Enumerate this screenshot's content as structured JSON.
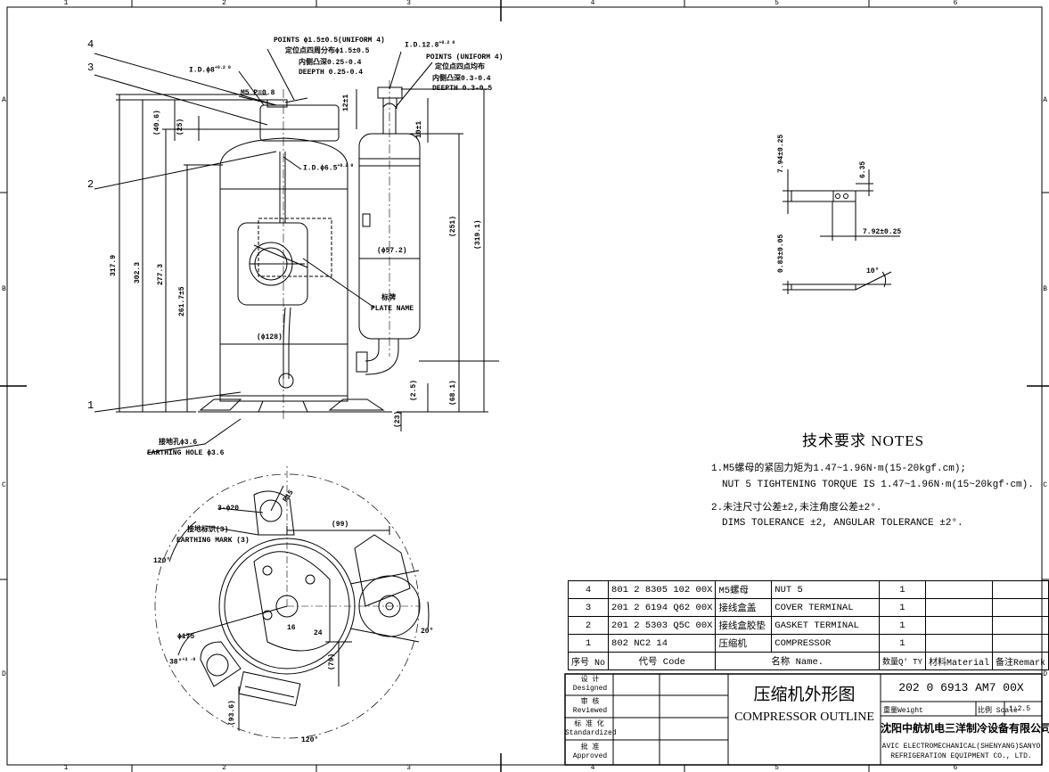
{
  "frame": {
    "columns": [
      "1",
      "2",
      "3",
      "4",
      "5",
      "6"
    ],
    "rows": [
      "A",
      "B",
      "C",
      "D"
    ]
  },
  "elevation": {
    "balloons": [
      "4",
      "3",
      "2",
      "1"
    ],
    "points_note": [
      "POINTS ϕ1.5±0.5(UNIFORM 4)",
      "定位点四周分布ϕ1.5±0.5",
      "内侧凸深0.25-0.4",
      "DEEPTH 0.25-0.4"
    ],
    "id_left": "I.D.ϕ8",
    "id_left_tol": "+0.2 0",
    "m5": "M5 P=0.8",
    "id_top": "I.D.12.8",
    "id_top_tol": "+0.2 0",
    "points_right": [
      "POINTS (UNIFORM 4)",
      "定位点四点均布",
      "内侧凸深0.3-0.4",
      "DEEPTH 0.3-0.5"
    ],
    "dim_12": "12±1",
    "dim_10": "10±1",
    "dim_40_6": "(40.6)",
    "dim_25": "(25)",
    "id_mid": "I.D.ϕ6.5",
    "id_mid_tol": "+0.2 0",
    "dim_317_9": "317.9",
    "dim_302_3": "302.3",
    "dim_277_3": "277.3",
    "dim_261_7": "261.7±5",
    "dim_251": "(251)",
    "dim_319_1": "(319.1)",
    "dim_57_2": "(ϕ57.2)",
    "dim_128": "(ϕ128)",
    "plate_cn": "标牌",
    "plate_en": "PLATE NAME",
    "dim_2_5": "(2.5)",
    "dim_68_1": "(68.1)",
    "dim_23": "(23)",
    "earth_cn": "接地孔ϕ3.6",
    "earth_en": "EARTHING HOLE ϕ3.6"
  },
  "plan": {
    "r15": "R15",
    "holes": "3-ϕ20",
    "earth_mark_cn": "接地标识(3)",
    "earth_mark_en": "EARTHING MARK (3)",
    "dim_99": "(99)",
    "ang_120a": "120°",
    "ang_120b": "120°",
    "ang_20": "20°",
    "ang_38": "38°",
    "ang_38_tol": "+3 -0",
    "dim_175": "ϕ175",
    "dim_16": "16",
    "dim_24": "24",
    "dim_79": "(79)",
    "dim_93_6": "(93.6)"
  },
  "detail": {
    "d_7_94": "7.94±0.25",
    "d_6_35": "6.35",
    "d_7_92": "7.92±0.25",
    "d_0_83": "0.83±0.05",
    "d_10": "10°"
  },
  "notes": {
    "title": "技术要求  NOTES",
    "lines": [
      "1.M5螺母的紧固力矩为1.47~1.96N·m(15-20kgf.cm);",
      "NUT 5 TIGHTENING TORQUE IS 1.47~1.96N·m(15~20kgf·cm).",
      "2.未注尺寸公差±2,未注角度公差±2°.",
      "DIMS TOLERANCE ±2, ANGULAR TOLERANCE ±2°."
    ]
  },
  "bom": {
    "rows": [
      {
        "no": "4",
        "code": "801 2 8305 102 00X",
        "cn": "M5螺母",
        "en": "NUT 5",
        "qty": "1"
      },
      {
        "no": "3",
        "code": "201 2 6194 Q62 00X",
        "cn": "接线盒盖",
        "en": "COVER TERMINAL",
        "qty": "1"
      },
      {
        "no": "2",
        "code": "201 2 5303 Q5C 00X",
        "cn": "接线盒胶垫",
        "en": "GASKET TERMINAL",
        "qty": "1"
      },
      {
        "no": "1",
        "code": "802 NC2 14",
        "cn": "压缩机",
        "en": "COMPRESSOR",
        "qty": "1"
      }
    ],
    "header": {
      "no": "序号 No",
      "code": "代号 Code",
      "name": "名称  Name.",
      "qty": "数量Q' TY",
      "material": "材料Material",
      "remark": "备注Remark"
    }
  },
  "title_block": {
    "designed_cn": "设 计",
    "designed_en": "Designed",
    "reviewed_cn": "审 核",
    "reviewed_en": "Reviewed",
    "standard_cn": "标 准 化",
    "standard_en": "Standardized",
    "approved_cn": "批 准",
    "approved_en": "Approved",
    "title_cn": "压缩机外形图",
    "title_en": "COMPRESSOR OUTLINE",
    "drawing_no": "202 0 6913 AM7 00X",
    "weight_label": "重量Weight",
    "scale_label": "比例 Scale",
    "scale_value": "1:2.5",
    "company_cn": "沈阳中航机电三洋制冷设备有限公司",
    "company_en1": "AVIC ELECTROMECHANICAL(SHENYANG)SANYO",
    "company_en2": "REFRIGERATION EQUIPMENT CO., LTD."
  }
}
